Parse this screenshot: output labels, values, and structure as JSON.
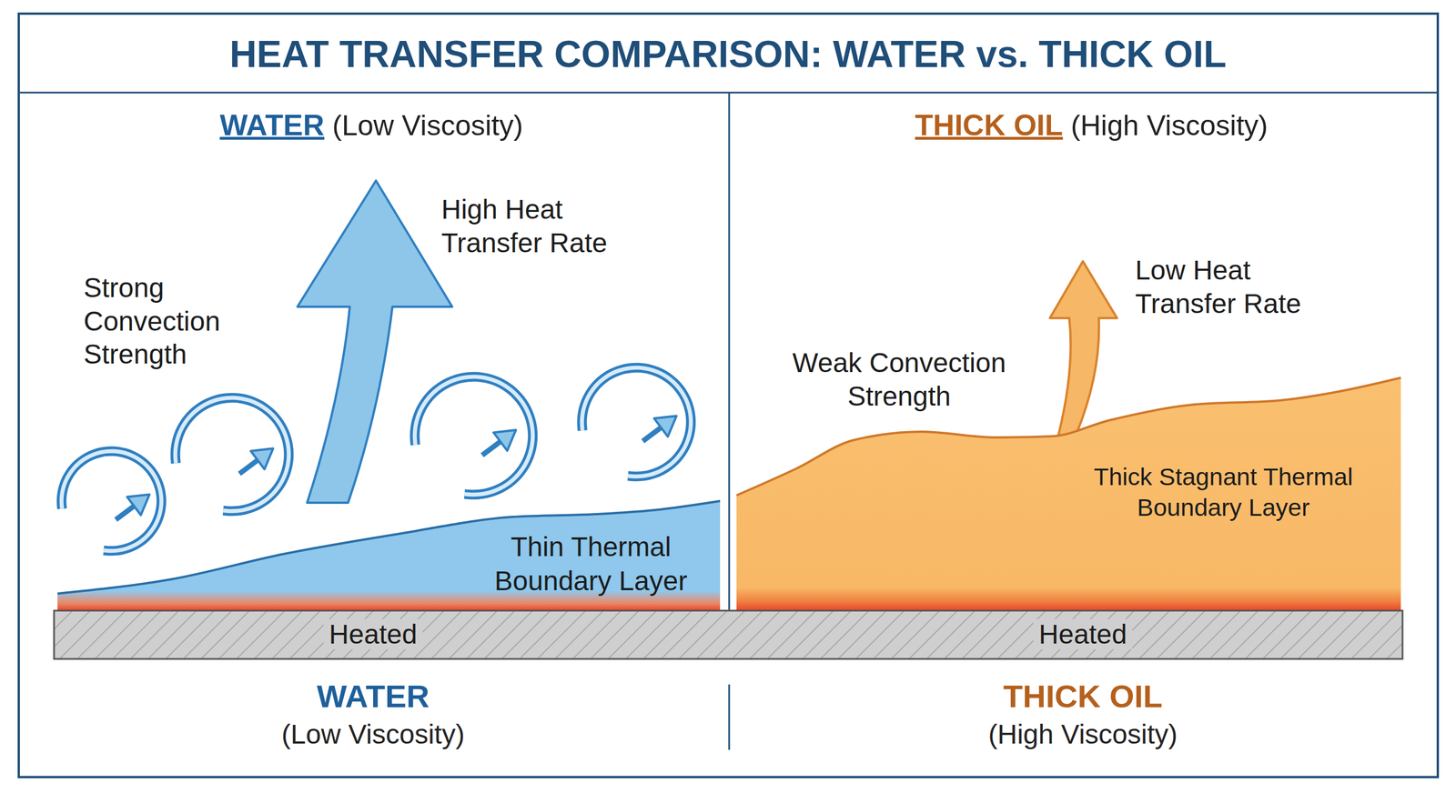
{
  "diagram": {
    "title": "HEAT TRANSFER COMPARISON: WATER vs. THICK OIL",
    "nodes": [
      {
        "text": [
          "Thin Thermal Boundary Layer"
        ]
      },
      {
        "text": [
          "Thick Stagnant Thermal Boundary Layer"
        ]
      },
      {
        "text": [
          "Heated",
          "Heated"
        ]
      }
    ],
    "labels": [
      "WATER",
      "(Low Viscosity)",
      "THICK OIL",
      "(High Viscosity)",
      "Strong Convection Strength",
      "High Heat Transfer Rate",
      "Weak Convection Strength",
      "Low Heat Transfer Rate",
      "WATER",
      "(Low Viscosity)",
      "THICK OIL",
      "(High Viscosity)"
    ]
  }
}
